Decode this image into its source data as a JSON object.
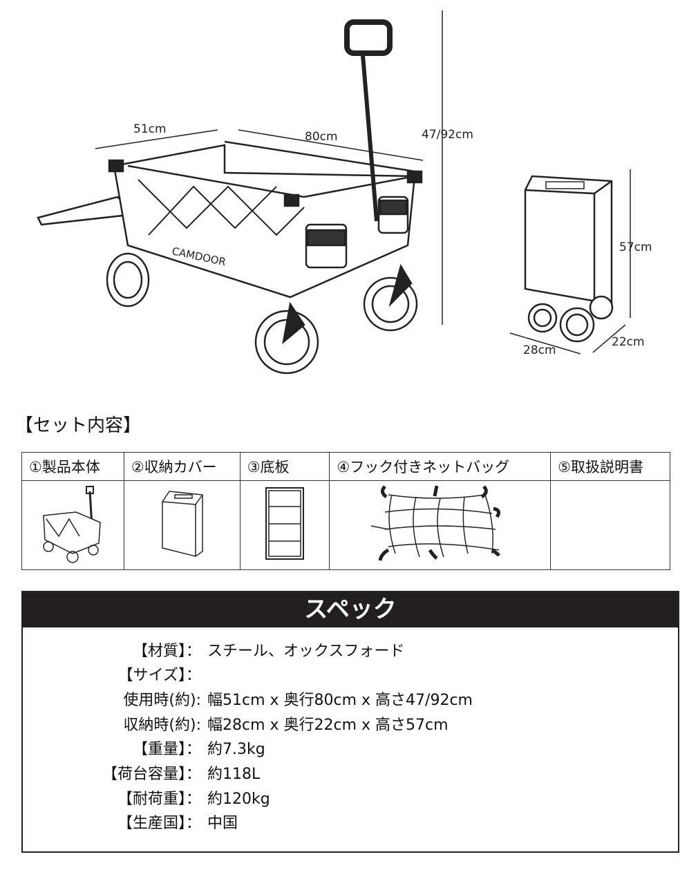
{
  "dimensions": {
    "width_open": "51cm",
    "depth_open": "80cm",
    "height_open": "47/92cm",
    "height_folded": "57cm",
    "width_folded": "28cm",
    "depth_folded": "22cm",
    "brand_on_wagon": "CAMDOOR"
  },
  "set_contents": {
    "title": "【セット内容】",
    "items": [
      {
        "label": "①製品本体"
      },
      {
        "label": "②収納カバー"
      },
      {
        "label": "③底板"
      },
      {
        "label": "④フック付きネットバッグ"
      },
      {
        "label": "⑤取扱説明書"
      }
    ]
  },
  "spec": {
    "title": "スペック",
    "rows": [
      {
        "label": "【材質】：",
        "value": "スチール、オックスフォード"
      },
      {
        "label": "【サイズ】：",
        "value": ""
      },
      {
        "label": "使用時(約):",
        "value": "幅51cm x 奥行80cm x 高さ47/92cm"
      },
      {
        "label": "収納時(約):",
        "value": "幅28cm x 奥行22cm x 高さ57cm"
      },
      {
        "label": "【重量】：",
        "value": "約7.3kg"
      },
      {
        "label": "【荷台容量】：",
        "value": "約118L"
      },
      {
        "label": "【耐荷重】：",
        "value": "約120kg"
      },
      {
        "label": "【生産国】：",
        "value": "中国"
      }
    ]
  }
}
